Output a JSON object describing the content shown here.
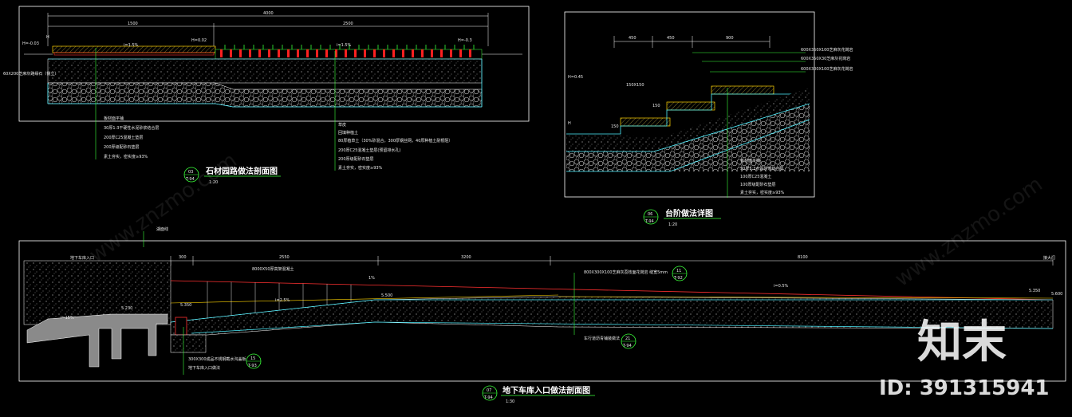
{
  "detail_stone_path": {
    "number": "03",
    "sheet": "T-94",
    "title": "石材园路做法剖面图",
    "scale": "1:20",
    "dims": [
      "4000",
      "1500",
      "2500"
    ],
    "levels": [
      "H=-0.03",
      "H",
      "H=0.02",
      "H=-0.3"
    ],
    "slopes": [
      "i=1.5%",
      "i=1.5%"
    ],
    "edge_note": "60X200芝麻灰路缘石（侧立）",
    "notes_left": [
      "板材面平铺",
      "30厚1:3干硬性水泥砂浆结合层",
      "200厚C25混凝土垫层",
      "200厚级配砂石垫层",
      "素土夯实，密实度≥93%"
    ],
    "notes_right": [
      "草皮",
      "回填种植土",
      "80厚植草土（30%砂混合，300厚钢丝网，40厚种植土耐根阻）",
      "200厚C25混凝土垫层(预留排水孔)",
      "200厚级配砂石垫层",
      "素土夯实，密实度≥93%"
    ]
  },
  "detail_steps": {
    "number": "06",
    "sheet": "T-94",
    "title": "台阶做法详图",
    "scale": "1:20",
    "dims": [
      "450",
      "450",
      "900"
    ],
    "level": "H=0.45",
    "level_base": "H",
    "callouts": [
      "600X350X100芝麻灰花岗岩",
      "600X350X30芝麻灰花岗岩",
      "600X300X100芝麻灰花岗岩"
    ],
    "riser_labels": [
      "150X150",
      "150",
      "150"
    ],
    "notes": [
      "板材面平铺",
      "30厚1:3水泥砂浆结合层",
      "100厚C25混凝土",
      "100厚级配砂石垫层",
      "素土夯实，密实度≥93%"
    ]
  },
  "detail_garage": {
    "number": "07",
    "sheet": "T-94",
    "title": "地下车库入口做法剖面图",
    "scale": "1:30",
    "dims": [
      "300",
      "2550",
      "3200",
      "8100"
    ],
    "levels": [
      "5.230",
      "5.350",
      "5.500",
      "5.350",
      "5.600"
    ],
    "slopes": [
      "1%",
      "i=2.5%",
      "i=15%",
      "i=0.5%"
    ],
    "notes": [
      "湖面线",
      "地下车库入口",
      "8000X50厚高架混凝土",
      "800X300X100芝麻灰荔枝面花岗岩  缝宽5mm",
      "车行道沥青铺装做法",
      "300X300成品不锈钢截水沟盖板",
      "地下车库入口做法",
      "接大门"
    ],
    "refs": [
      {
        "n": "11",
        "sheet": "T-92"
      },
      {
        "n": "21",
        "sheet": "T-94"
      },
      {
        "n": "15",
        "sheet": "T-93"
      }
    ]
  },
  "watermark": {
    "brand": "知末",
    "id": "ID: 391315941",
    "diagonal": "www.znzmo.com"
  }
}
